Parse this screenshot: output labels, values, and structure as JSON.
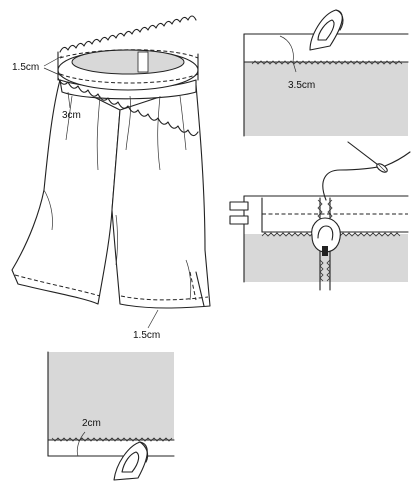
{
  "labels": {
    "waistband_width": "1.5cm",
    "waistband_height": "3cm",
    "hem_width": "1.5cm",
    "casing_fold": "3.5cm",
    "hem_fold": "2cm"
  },
  "icons": {
    "iron": "iron-icon",
    "needle": "needle-icon",
    "safety_pin": "safety-pin-icon"
  },
  "colors": {
    "fabric_gray": "#d8d8d8",
    "line": "#222222"
  }
}
